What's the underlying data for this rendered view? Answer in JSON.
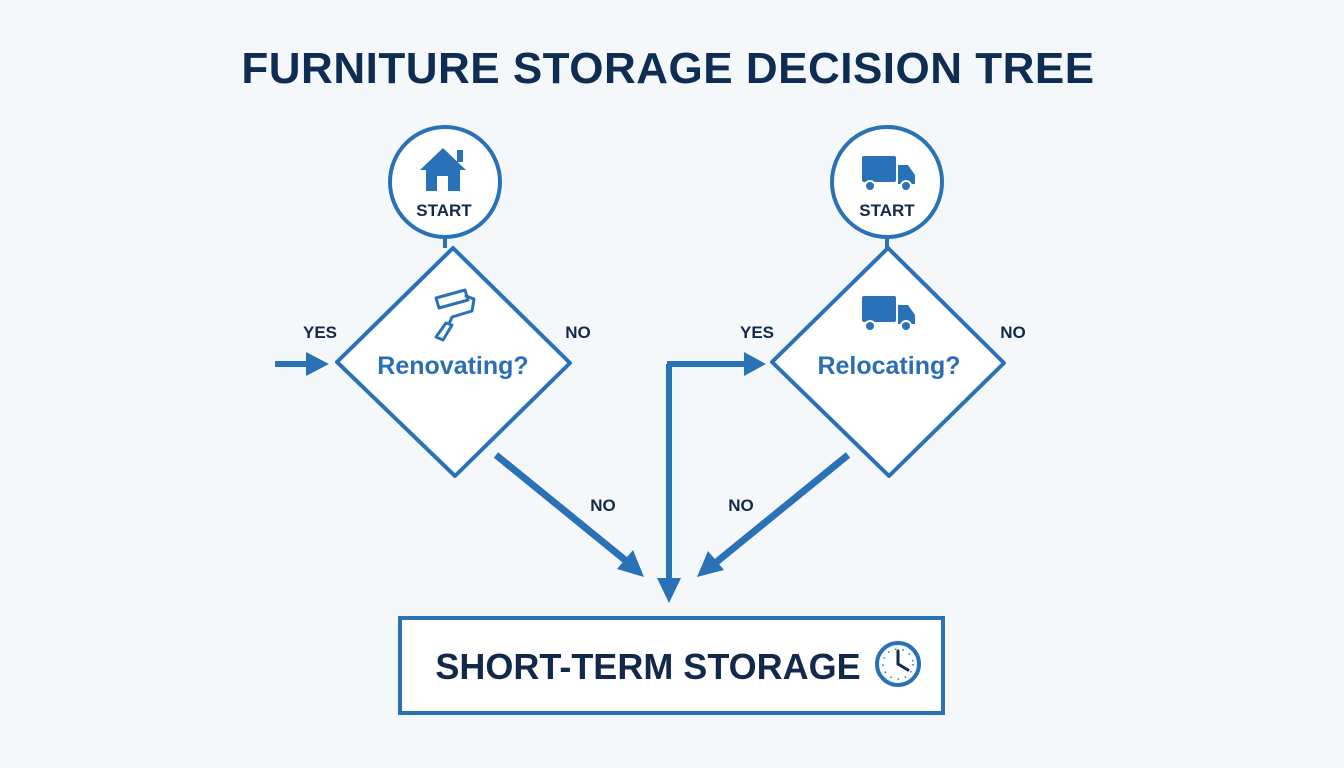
{
  "title": "FURNITURE STORAGE DECISION TREE",
  "colors": {
    "primary": "#2a72b8",
    "text_dark": "#13294b",
    "background": "#f5f8fb"
  },
  "start_nodes": [
    {
      "label": "START",
      "icon": "house-icon"
    },
    {
      "label": "START",
      "icon": "truck-icon"
    }
  ],
  "decisions": [
    {
      "question": "Renovating?",
      "icon": "paint-roller-icon",
      "yes_label": "YES",
      "no_side_label": "NO",
      "no_down_label": "NO"
    },
    {
      "question": "Relocating?",
      "icon": "truck-icon",
      "yes_label": "YES",
      "no_side_label": "NO",
      "no_down_label": "NO"
    }
  ],
  "result": {
    "label": "SHORT-TERM STORAGE",
    "icon": "clock-icon"
  }
}
